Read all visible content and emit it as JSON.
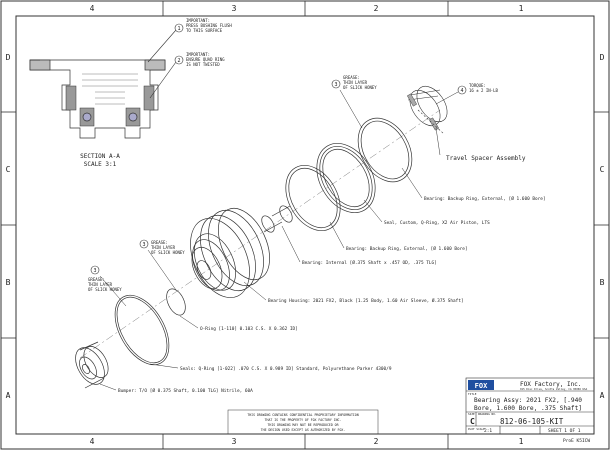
{
  "zone_columns": [
    "4",
    "3",
    "2",
    "1"
  ],
  "zone_rows": [
    "D",
    "C",
    "B",
    "A"
  ],
  "notes": [
    {
      "id": "flush",
      "number": "1",
      "lines": [
        "IMPORTANT:",
        "PRESS BUSHING FLUSH",
        "TO THIS SURFACE"
      ]
    },
    {
      "id": "quad",
      "number": "2",
      "lines": [
        "IMPORTANT:",
        "ENSURE QUAD RING",
        "IS NOT TWISTED"
      ]
    },
    {
      "id": "grease1",
      "number": "3",
      "lines": [
        "GREASE:",
        "THIN LAYER",
        "OF SLICK HONEY"
      ]
    },
    {
      "id": "torque",
      "number": "4",
      "lines": [
        "TORQUE:",
        "16 ± 2 IN-LB"
      ]
    },
    {
      "id": "grease2",
      "number": "3",
      "lines": [
        "GREASE:",
        "THIN LAYER",
        "OF SLICK HONEY"
      ]
    },
    {
      "id": "grease3",
      "number": "3",
      "lines": [
        "GREASE:",
        "THIN LAYER",
        "OF SLICK HONEY"
      ]
    }
  ],
  "section": {
    "title": "SECTION  A-A",
    "scale": "SCALE  3:1"
  },
  "spacer_label": "Travel Spacer Assembly",
  "callouts": [
    "Bearing: Backup Ring, External, [Ø 1.600 Bore]",
    "Seal, Custom, Q-Ring, X2 Air Piston, LTS",
    "Bearing: Backup Ring, External, [Ø 1.600 Bore]",
    "Bearing: Internal [Ø.375 Shaft x .457 OD, .375 TLG]",
    "Bearing Housing: 2021 FX2, Black [1.25 Body, 1.60 Air Sleeve, Ø.375 Shaft]",
    "O-Ring [1-110] 0.103 C.S. X 0.362 ID]",
    "Seals: Q-Ring [1-022] .070 C.S. X 0.989 ID] Standard, Polyurethane Parker 4300/9",
    "Bumper: T/O [Ø 0.375 Shaft, 0.100 TLG] Nitrile, 60A"
  ],
  "title_block": {
    "logo": "FOX",
    "company": "FOX Factory, Inc.",
    "address": "915 Disc Drive, Scotts Valley, CA 95066 USA",
    "title_label": "TITLE",
    "title_lines": [
      "Bearing Assy: 2021 FX2, [.940",
      "Bore, 1.600 Bore, .375 Shaft]"
    ],
    "size_label": "SIZE",
    "size": "C",
    "dwg_label": "DRAWING NO.",
    "drawing_no": "812-06-105-KIT",
    "scale_label": "PLOT SCALE",
    "scale": "2:1",
    "sheet": "SHEET 1 OF 1",
    "rev": "ProE K5ICW"
  },
  "proprietary": [
    "THIS DRAWING CONTAINS CONFIDENTIAL PROPRIETARY INFORMATION",
    "THAT IS THE PROPERTY OF FOX FACTORY INC.",
    "THIS DRAWING MAY NOT BE REPRODUCED OR",
    "THE DESIGN USED EXCEPT AS AUTHORIZED BY FOX."
  ]
}
